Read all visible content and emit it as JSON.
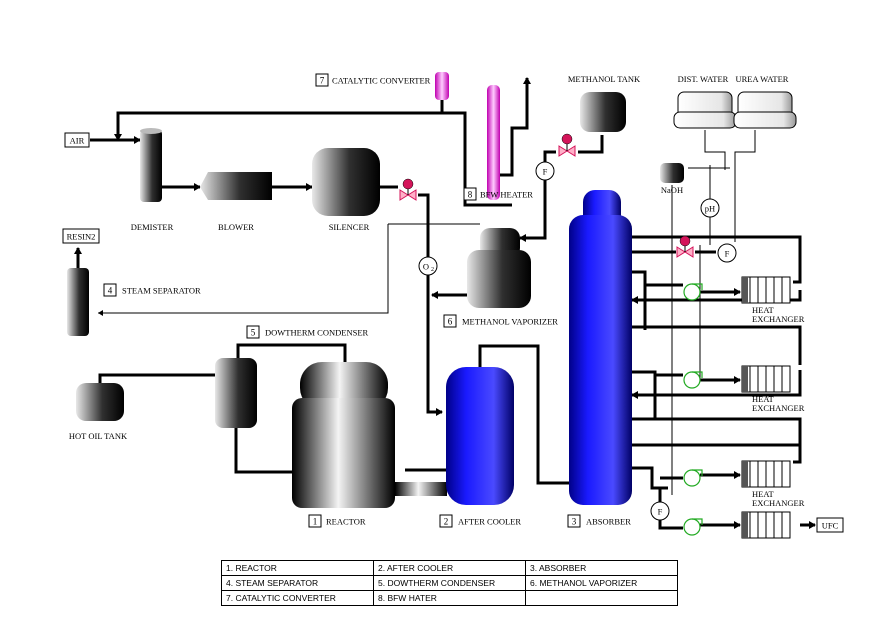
{
  "labels": {
    "air": "AIR",
    "resin": "RESIN2",
    "catalytic_converter": "CATALYTIC CONVERTER",
    "catalytic_converter_num": "7",
    "methanol_tank": "METHANOL TANK",
    "dist_water": "DIST. WATER",
    "urea_water": "UREA WATER",
    "demister": "DEMISTER",
    "blower": "BLOWER",
    "silencer": "SILENCER",
    "bfw_heater": "BFW HEATER",
    "bfw_heater_num": "8",
    "naoh": "NaOH",
    "ph": "pH",
    "f": "F",
    "o2": "O",
    "o2_sub": "2",
    "steam_separator": "STEAM SEPARATOR",
    "steam_separator_num": "4",
    "methanol_vaporizer": "METHANOL VAPORIZER",
    "methanol_vaporizer_num": "6",
    "dowtherm_condenser": "DOWTHERM CONDENSER",
    "dowtherm_condenser_num": "5",
    "heat": "HEAT",
    "exchanger": "EXCHANGER",
    "hot_oil_tank": "HOT OIL TANK",
    "reactor": "REACTOR",
    "reactor_num": "1",
    "after_cooler": "AFTER COOLER",
    "after_cooler_num": "2",
    "absorber": "ABSORBER",
    "absorber_num": "3",
    "ufc": "UFC"
  },
  "legend": {
    "row1": [
      "1. REACTOR",
      "2. AFTER COOLER",
      "3. ABSORBER"
    ],
    "row2": [
      "4. STEAM SEPARATOR",
      "5. DOWTHERM CONDENSER",
      "6. METHANOL VAPORIZER"
    ],
    "row3": [
      "7. CATALYTIC CONVERTER",
      "8. BFW HATER",
      ""
    ]
  },
  "colors": {
    "absorber": "#1a1aff",
    "after_cooler": "#1a1aff",
    "converter": "#ff22ee",
    "valve": "#d4145a",
    "pump": "#22aa22"
  }
}
